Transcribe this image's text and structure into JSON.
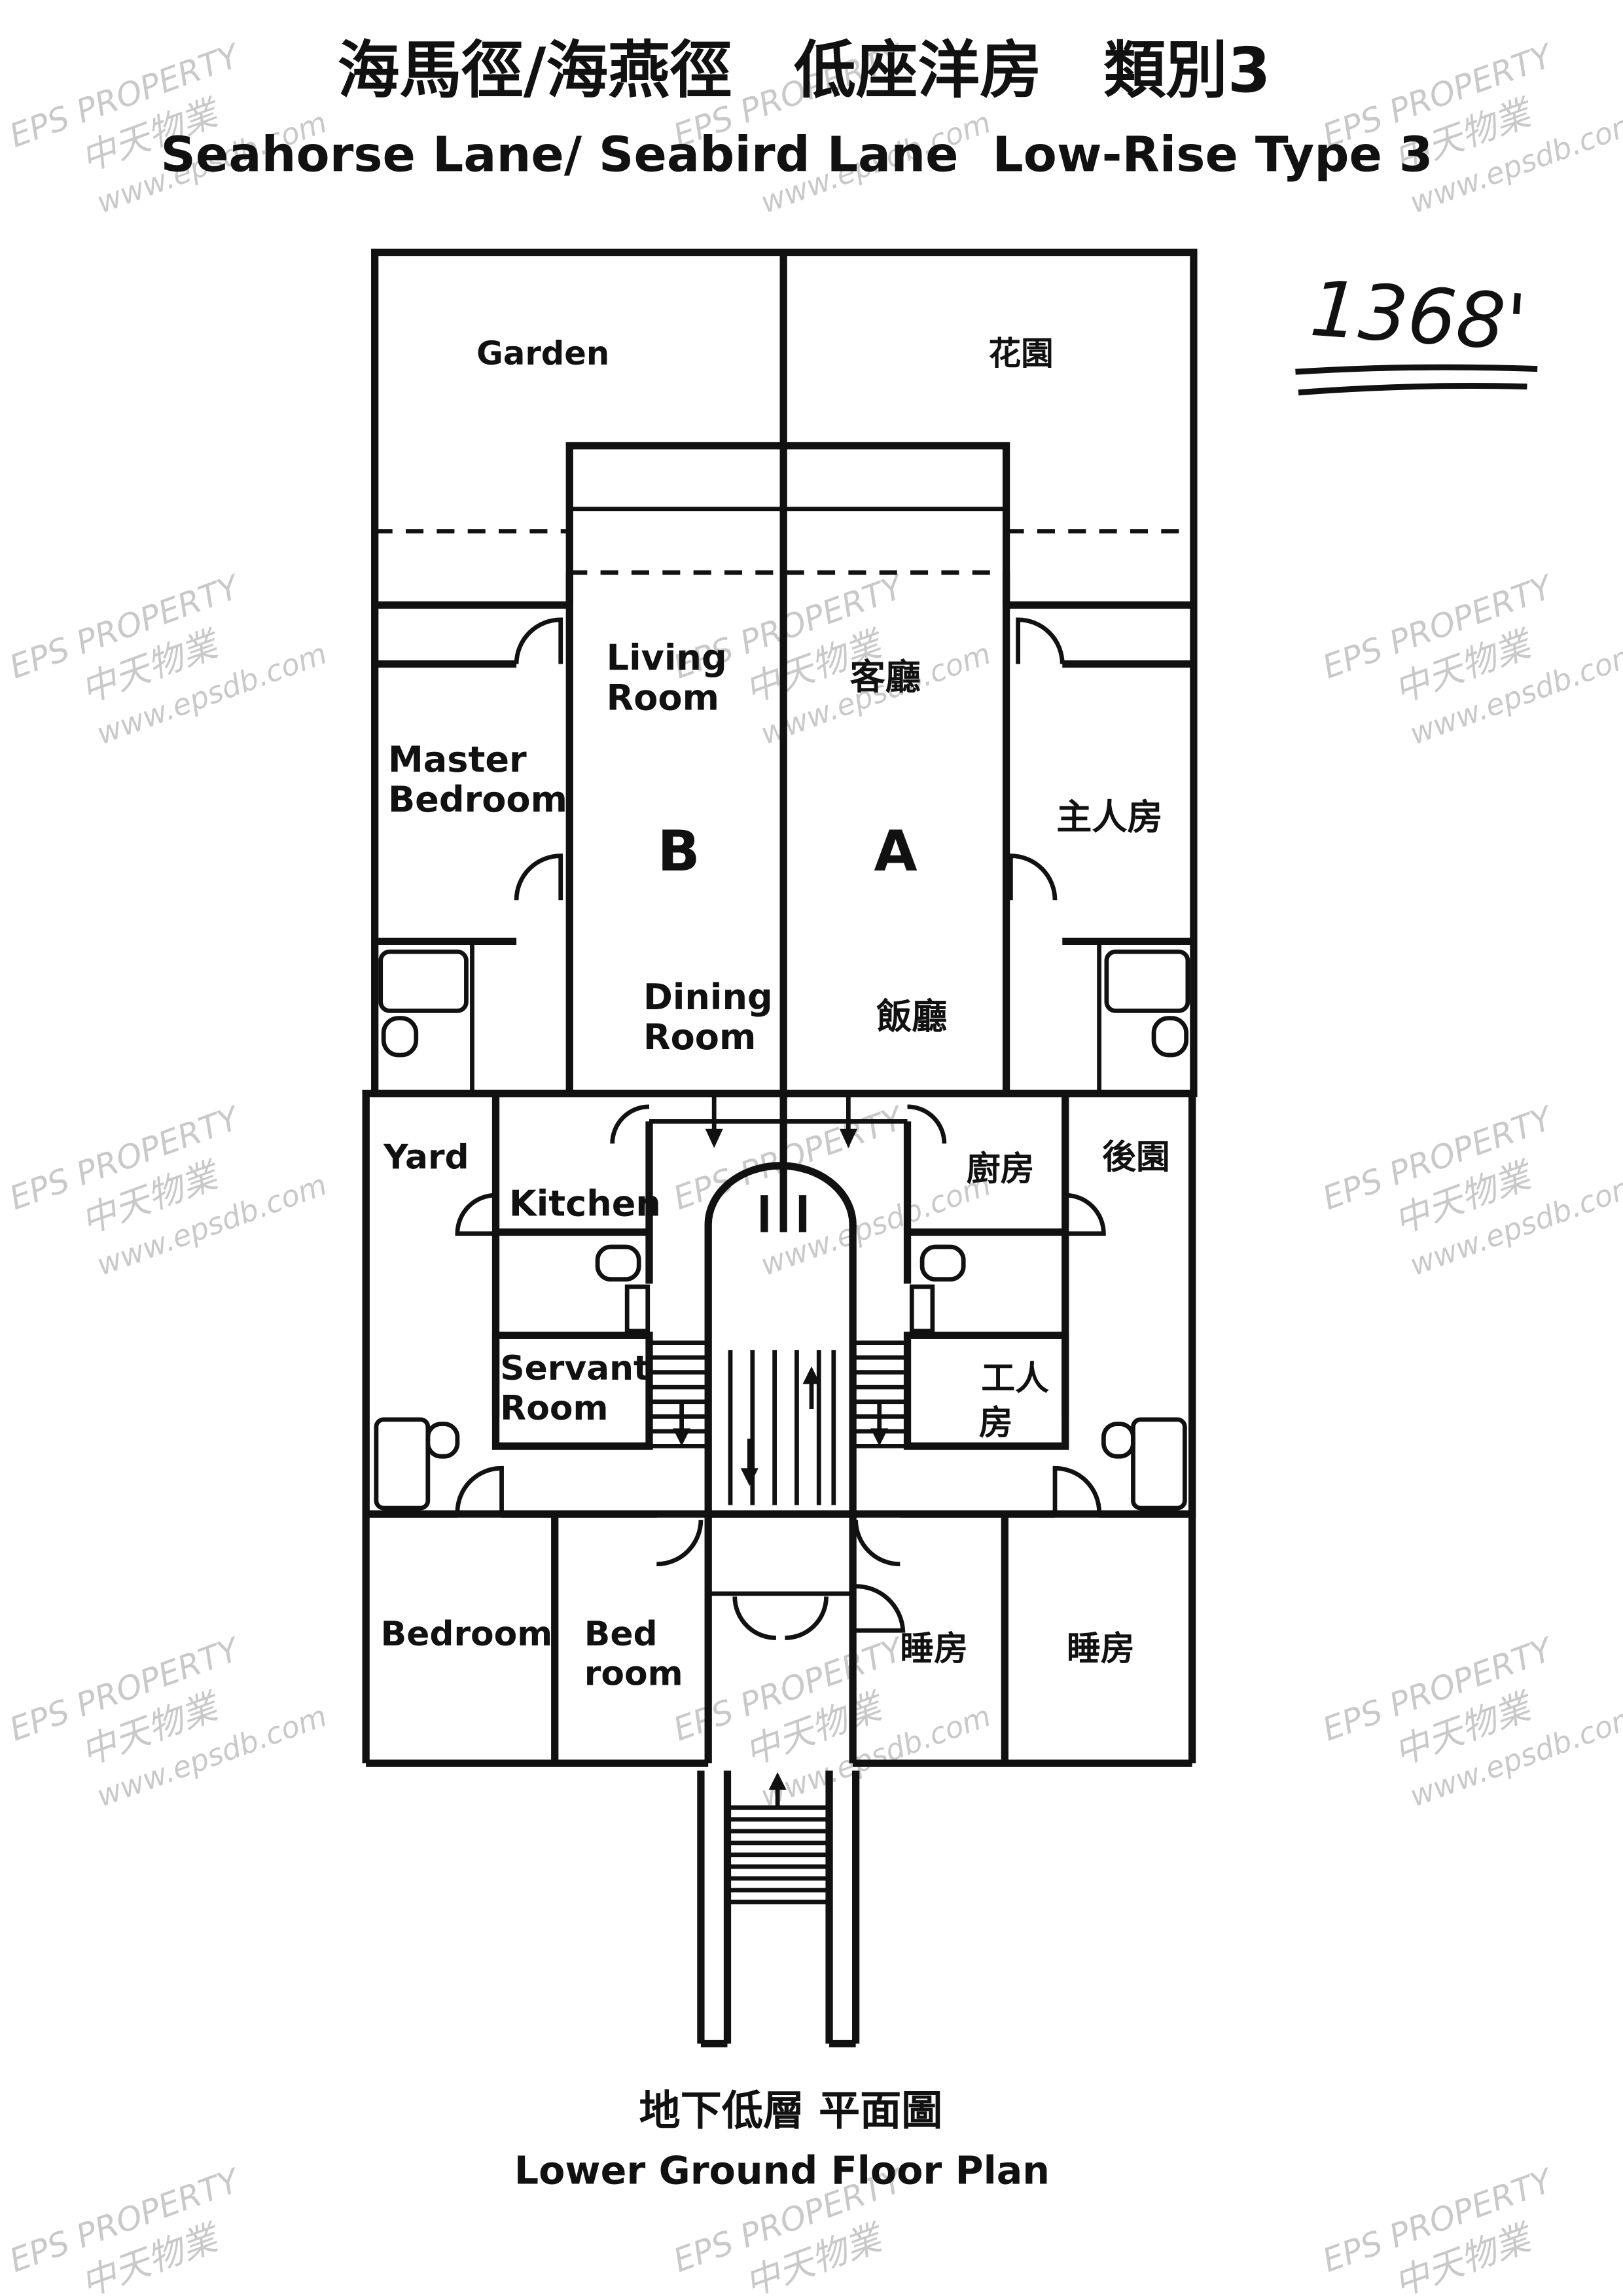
{
  "header": {
    "title_zh": "海馬徑/海燕徑　低座洋房　類別3",
    "title_en": "Seahorse Lane/ Seabird Lane  Low-Rise Type 3",
    "handwritten_area": "1368'"
  },
  "rooms": {
    "garden_en": "Garden",
    "garden_zh": "花園",
    "living_en_1": "Living",
    "living_en_2": "Room",
    "living_zh": "客廳",
    "master_en_1": "Master",
    "master_en_2": "Bedroom",
    "master_zh": "主人房",
    "unit_b": "B",
    "unit_a": "A",
    "dining_en_1": "Dining",
    "dining_en_2": "Room",
    "dining_zh": "飯廳",
    "yard_en": "Yard",
    "yard_zh": "後園",
    "kitchen_en": "Kitchen",
    "kitchen_zh": "廚房",
    "servant_en_1": "Servant",
    "servant_en_2": "Room",
    "servant_zh_1": "工人",
    "servant_zh_2": "房",
    "bedroom_en": "Bedroom",
    "bed_en_1": "Bed",
    "bed_en_2": "room",
    "bedroom_zh_1": "睡房",
    "bedroom_zh_2": "睡房"
  },
  "footer": {
    "plan_zh": "地下低層 平面圖",
    "plan_en": "Lower Ground Floor Plan"
  },
  "watermark": {
    "line1": "EPS PROPERTY",
    "line2": "中天物業",
    "line3": "www.epsdb.com"
  }
}
